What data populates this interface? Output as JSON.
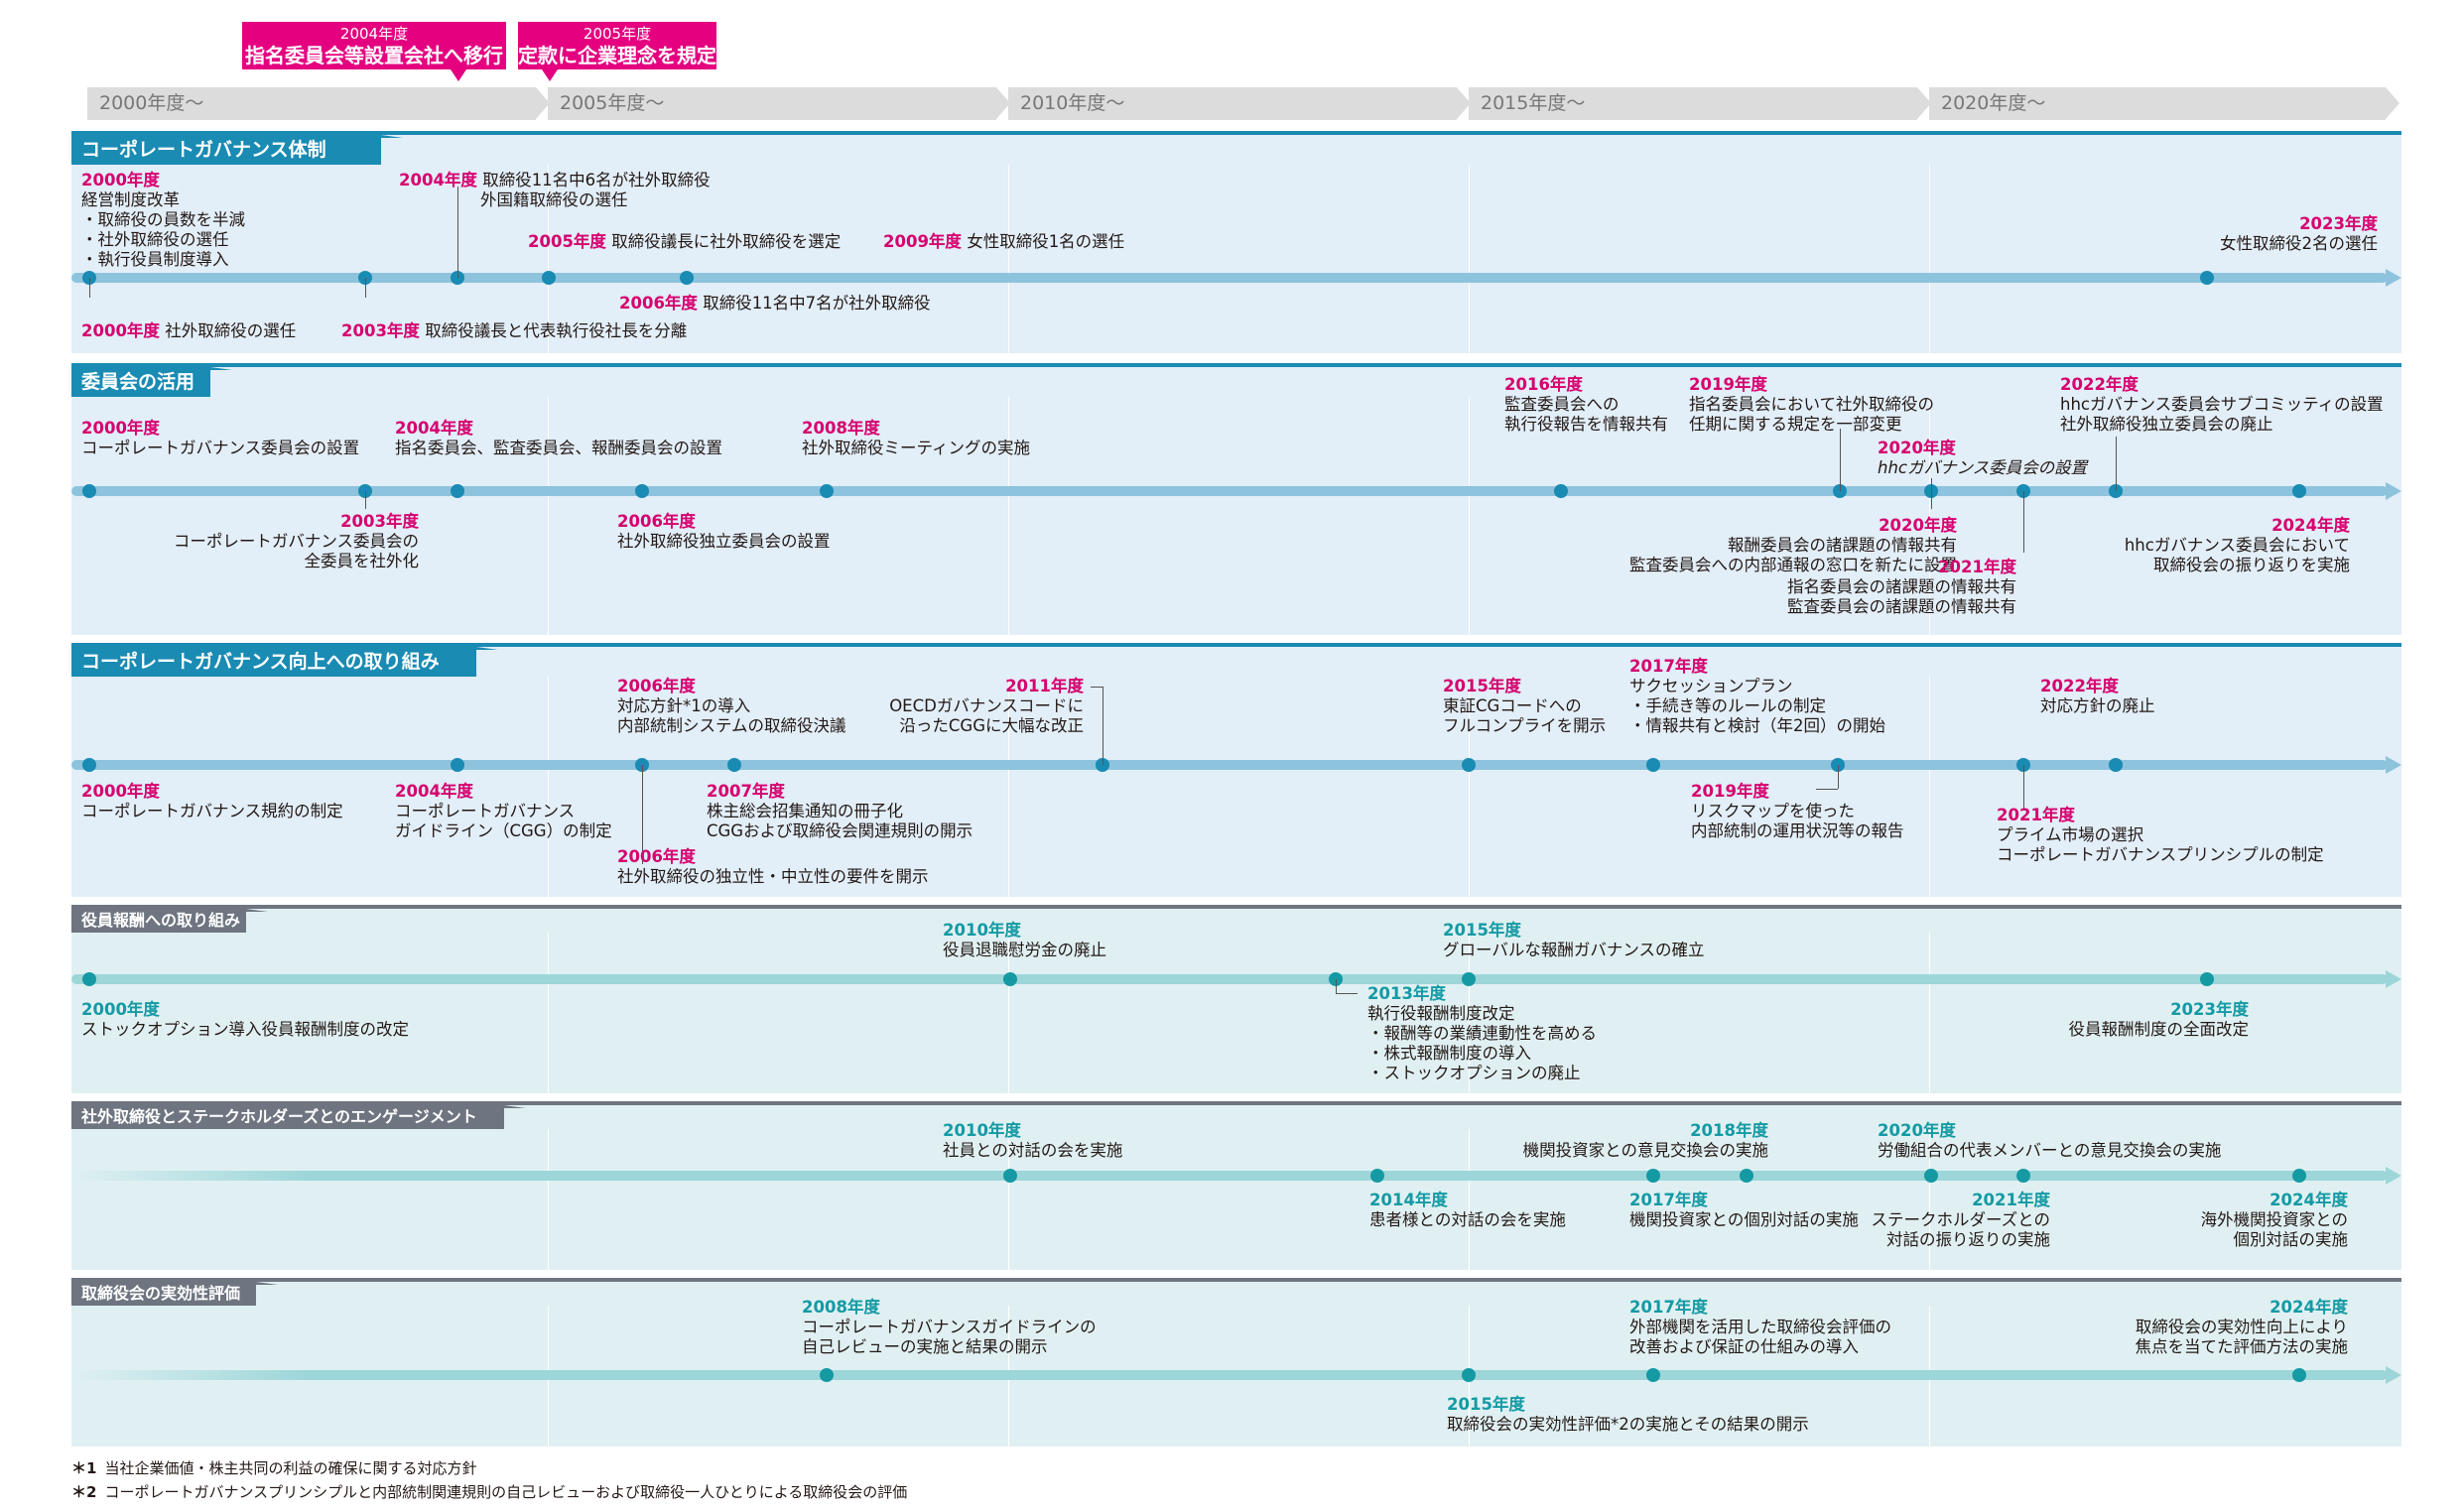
{
  "eras": [
    "2000年度～",
    "2005年度～",
    "2010年度～",
    "2015年度～",
    "2020年度～"
  ],
  "callouts": [
    {
      "year": "2004年度",
      "text": "指名委員会等設置会社へ移行"
    },
    {
      "year": "2005年度",
      "text": "定款に企業理念を規定"
    }
  ],
  "colors": {
    "magenta": "#e4007f",
    "blue_header": "#1a8bb3",
    "gray_header": "#6e7580",
    "blue_line": "#8dc3dd",
    "teal_line": "#9cd6d9",
    "blue_bg": "#e2eef8",
    "teal_bg": "#e0f0f2",
    "era": "#dcdcdc"
  },
  "s1": {
    "title": "コーポレートガバナンス体制",
    "e1": {
      "y": "2000年度",
      "t": [
        "経営制度改革",
        "・取締役の員数を半減",
        "・社外取締役の選任",
        "・執行役員制度導入"
      ]
    },
    "e2": {
      "y": "2004年度",
      "t": [
        "取締役11名中6名が社外取締役",
        "外国籍取締役の選任"
      ]
    },
    "e3": {
      "y": "2005年度",
      "t": "取締役議長に社外取締役を選定"
    },
    "e4": {
      "y": "2009年度",
      "t": "女性取締役1名の選任"
    },
    "e5": {
      "y": "2023年度",
      "t": "女性取締役2名の選任"
    },
    "e6": {
      "y": "2000年度",
      "t": "社外取締役の選任"
    },
    "e7": {
      "y": "2003年度",
      "t": "取締役議長と代表執行役社長を分離"
    },
    "e8": {
      "y": "2006年度",
      "t": "取締役11名中7名が社外取締役"
    }
  },
  "s2": {
    "title": "委員会の活用",
    "e1": {
      "y": "2000年度",
      "t": "コーポレートガバナンス委員会の設置"
    },
    "e2": {
      "y": "2004年度",
      "t": "指名委員会、監査委員会、報酬委員会の設置"
    },
    "e3": {
      "y": "2008年度",
      "t": "社外取締役ミーティングの実施"
    },
    "e4": {
      "y": "2016年度",
      "t": [
        "監査委員会への",
        "執行役報告を情報共有"
      ]
    },
    "e5": {
      "y": "2019年度",
      "t": [
        "指名委員会において社外取締役の",
        "任期に関する規定を一部変更"
      ]
    },
    "e6": {
      "y": "2020年度",
      "t": "hhcガバナンス委員会の設置"
    },
    "e7": {
      "y": "2022年度",
      "t": [
        "hhcガバナンス委員会サブコミッティの設置",
        "社外取締役独立委員会の廃止"
      ]
    },
    "e8": {
      "y": "2003年度",
      "t": [
        "コーポレートガバナンス委員会の",
        "全委員を社外化"
      ]
    },
    "e9": {
      "y": "2006年度",
      "t": "社外取締役独立委員会の設置"
    },
    "e10": {
      "y": "2020年度",
      "t": [
        "報酬委員会の諸課題の情報共有",
        "監査委員会への内部通報の窓口を新たに設置"
      ]
    },
    "e11": {
      "y": "2021年度",
      "t": [
        "指名委員会の諸課題の情報共有",
        "監査委員会の諸課題の情報共有"
      ]
    },
    "e12": {
      "y": "2024年度",
      "t": [
        "hhcガバナンス委員会において",
        "取締役会の振り返りを実施"
      ]
    }
  },
  "s3": {
    "title": "コーポレートガバナンス向上への取り組み",
    "e1": {
      "y": "2006年度",
      "t": [
        "対応方針*1の導入",
        "内部統制システムの取締役決議"
      ]
    },
    "e2": {
      "y": "2011年度",
      "t": [
        "OECDガバナンスコードに",
        "沿ったCGGに大幅な改正"
      ]
    },
    "e3": {
      "y": "2015年度",
      "t": [
        "東証CGコードへの",
        "フルコンプライを開示"
      ]
    },
    "e4": {
      "y": "2017年度",
      "t": [
        "サクセッションプラン",
        "・手続き等のルールの制定",
        "・情報共有と検討（年2回）の開始"
      ]
    },
    "e5": {
      "y": "2022年度",
      "t": "対応方針の廃止"
    },
    "e6": {
      "y": "2000年度",
      "t": "コーポレートガバナンス規約の制定"
    },
    "e7": {
      "y": "2004年度",
      "t": [
        "コーポレートガバナンス",
        "ガイドライン（CGG）の制定"
      ]
    },
    "e8": {
      "y": "2007年度",
      "t": [
        "株主総会招集通知の冊子化",
        "CGGおよび取締役会関連規則の開示"
      ]
    },
    "e9": {
      "y": "2006年度",
      "t": "社外取締役の独立性・中立性の要件を開示"
    },
    "e10": {
      "y": "2019年度",
      "t": [
        "リスクマップを使った",
        "内部統制の運用状況等の報告"
      ]
    },
    "e11": {
      "y": "2021年度",
      "t": [
        "プライム市場の選択",
        "コーポレートガバナンスプリンシプルの制定"
      ]
    }
  },
  "s4": {
    "title": "役員報酬への取り組み",
    "e1": {
      "y": "2010年度",
      "t": "役員退職慰労金の廃止"
    },
    "e2": {
      "y": "2015年度",
      "t": "グローバルな報酬ガバナンスの確立"
    },
    "e3": {
      "y": "2000年度",
      "t": "ストックオプション導入役員報酬制度の改定"
    },
    "e4": {
      "y": "2013年度",
      "t": [
        "執行役報酬制度改定",
        "・報酬等の業績連動性を高める",
        "・株式報酬制度の導入",
        "・ストックオプションの廃止"
      ]
    },
    "e5": {
      "y": "2023年度",
      "t": "役員報酬制度の全面改定"
    }
  },
  "s5": {
    "title": "社外取締役とステークホルダーズとのエンゲージメント",
    "e1": {
      "y": "2010年度",
      "t": "社員との対話の会を実施"
    },
    "e2": {
      "y": "2018年度",
      "t": "機関投資家との意見交換会の実施"
    },
    "e3": {
      "y": "2020年度",
      "t": "労働組合の代表メンバーとの意見交換会の実施"
    },
    "e4": {
      "y": "2014年度",
      "t": "患者様との対話の会を実施"
    },
    "e5": {
      "y": "2017年度",
      "t": "機関投資家との個別対話の実施"
    },
    "e6": {
      "y": "2021年度",
      "t": [
        "ステークホルダーズとの",
        "対話の振り返りの実施"
      ]
    },
    "e7": {
      "y": "2024年度",
      "t": [
        "海外機関投資家との",
        "個別対話の実施"
      ]
    }
  },
  "s6": {
    "title": "取締役会の実効性評価",
    "e1": {
      "y": "2008年度",
      "t": [
        "コーポレートガバナンスガイドラインの",
        "自己レビューの実施と結果の開示"
      ]
    },
    "e2": {
      "y": "2017年度",
      "t": [
        "外部機関を活用した取締役会評価の",
        "改善および保証の仕組みの導入"
      ]
    },
    "e3": {
      "y": "2024年度",
      "t": [
        "取締役会の実効性向上により",
        "焦点を当てた評価方法の実施"
      ]
    },
    "e4": {
      "y": "2015年度",
      "t": "取締役会の実効性評価*2の実施とその結果の開示"
    }
  },
  "footnotes": [
    {
      "mark": "＊1",
      "text": "当社企業価値・株主共同の利益の確保に関する対応方針"
    },
    {
      "mark": "＊2",
      "text": "コーポレートガバナンスプリンシプルと内部統制関連規則の自己レビューおよび取締役一人ひとりによる取締役会の評価"
    }
  ]
}
